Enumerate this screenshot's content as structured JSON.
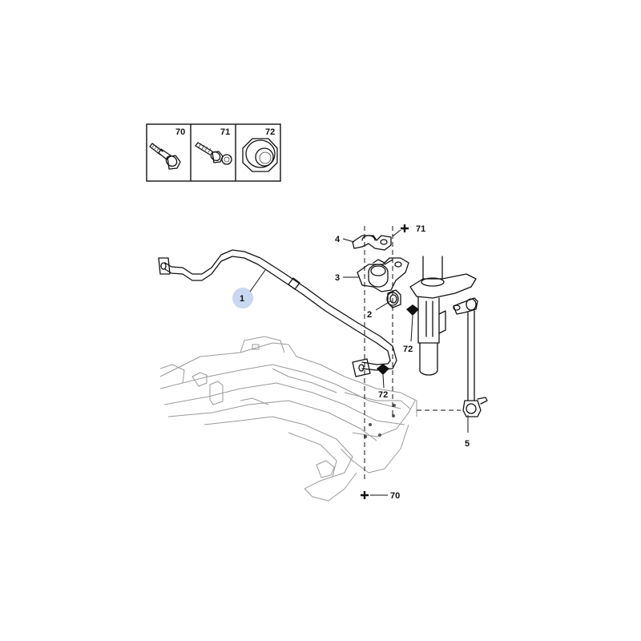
{
  "legend": {
    "fasteners": [
      {
        "ref": "70",
        "icon": "hex-flange-bolt-icon"
      },
      {
        "ref": "71",
        "icon": "self-tapping-screw-icon"
      },
      {
        "ref": "72",
        "icon": "flange-nut-icon"
      }
    ]
  },
  "callouts": {
    "stabilizer_bar": "1",
    "bushing": "2",
    "bearing_clamp": "3",
    "clamp_cap": "4",
    "drop_link": "5",
    "nut_upper": "72",
    "nut_lower": "72",
    "screw": "71",
    "bolt": "70"
  },
  "colors": {
    "line": "#111111",
    "subframe": "#9a9a9a",
    "callout_circle": "#c9d8ef"
  }
}
